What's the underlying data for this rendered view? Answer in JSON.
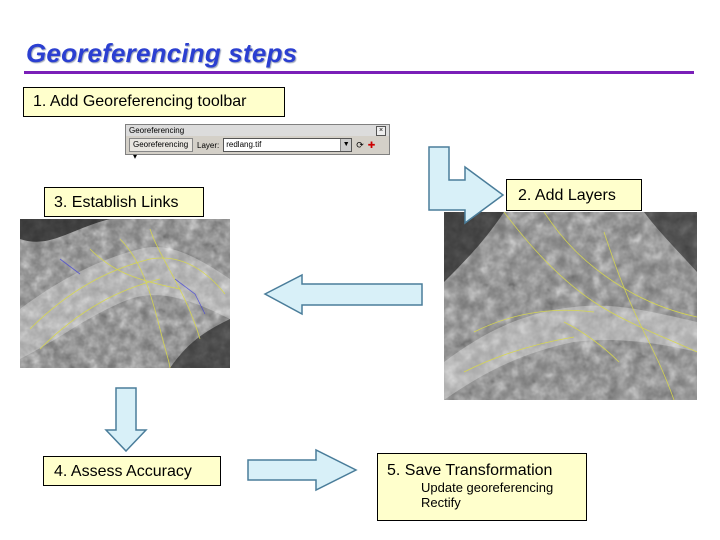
{
  "title": "Georeferencing steps",
  "steps": {
    "step1": "1.  Add Georeferencing toolbar",
    "step2": "2.  Add Layers",
    "step3": "3.  Establish Links",
    "step4": "4. Assess Accuracy",
    "step5": "5.  Save Transformation",
    "step5_sub": [
      "Update georeferencing",
      "Rectify"
    ]
  },
  "toolbar": {
    "title": "Georeferencing",
    "menu_button": "Georeferencing",
    "layer_label": "Layer:",
    "layer_value": "redlang.tif"
  },
  "colors": {
    "title": "#2b3fd1",
    "rule": "#7a1fb8",
    "box_fill": "#ffffcc",
    "arrow_fill": "#d8f0f8",
    "arrow_stroke": "#4a7d9a",
    "link_lines": "#d9d94a"
  },
  "icons": [
    "close-icon",
    "dropdown-arrow-icon",
    "rotate-icon",
    "add-control-point-icon"
  ]
}
